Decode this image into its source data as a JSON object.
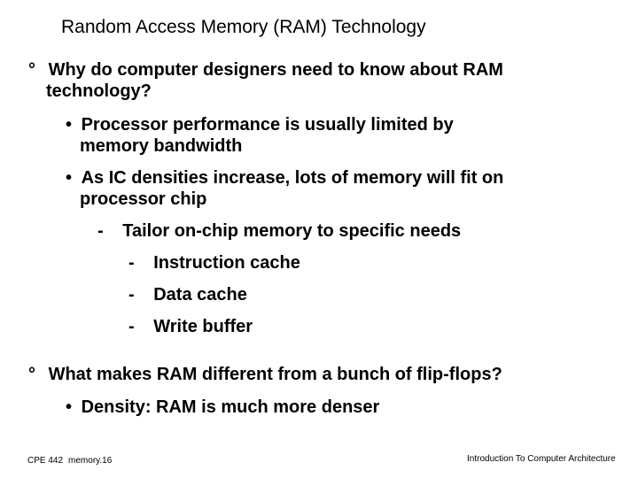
{
  "slide": {
    "title": "Random Access Memory (RAM) Technology",
    "items": [
      {
        "marker": "°",
        "text": "Why do computer designers need to know about RAM"
      },
      {
        "marker": "",
        "text": "technology?"
      },
      {
        "marker": "•",
        "text": "Processor performance is usually limited by"
      },
      {
        "marker": "",
        "text": "memory bandwidth"
      },
      {
        "marker": "•",
        "text": "As IC densities increase, lots of memory will fit on"
      },
      {
        "marker": "",
        "text": "processor chip"
      },
      {
        "marker": "-",
        "text": "Tailor on-chip memory to specific needs"
      },
      {
        "marker": "-",
        "text": "Instruction cache"
      },
      {
        "marker": "-",
        "text": "Data cache"
      },
      {
        "marker": "-",
        "text": "Write buffer"
      },
      {
        "marker": "°",
        "text": "What makes RAM different from a bunch of flip-flops?"
      },
      {
        "marker": "•",
        "text": "Density: RAM is much more denser"
      }
    ],
    "footer": {
      "course": "CPE 442",
      "slide_id": "memory.16",
      "right": "Introduction To Computer Architecture"
    }
  }
}
